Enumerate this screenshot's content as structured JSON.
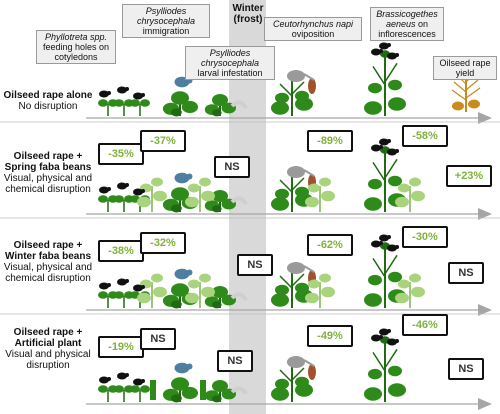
{
  "season_label": "Winter\n(frost)",
  "pests": [
    {
      "id": "phyllotreta",
      "italic": "Phyllotreta spp.",
      "text": "feeding holes on cotyledons"
    },
    {
      "id": "psyl-imm",
      "italic": "Psylliodes chrysocephala",
      "text": "immigration"
    },
    {
      "id": "psyl-larv",
      "italic": "Psylliodes chrysocephala",
      "text": "larval infestation"
    },
    {
      "id": "ceuto",
      "italic": "Ceutorhynchus napi",
      "text": "oviposition"
    },
    {
      "id": "brassi",
      "italic": "Brassicogethes aeneus",
      "text": "on inflorescences"
    },
    {
      "id": "yield",
      "italic": "",
      "text": "Oilseed rape yield"
    }
  ],
  "rows": [
    {
      "title": "Oilseed rape alone",
      "subtitle": "No disruption",
      "values": [
        "",
        "",
        "",
        "",
        "",
        ""
      ]
    },
    {
      "title": "Oilseed rape + Spring faba beans",
      "subtitle": "Visual, physical and chemical disruption",
      "values": [
        "-35%",
        "-37%",
        "NS",
        "-89%",
        "-58%",
        "+23%"
      ]
    },
    {
      "title": "Oilseed rape + Winter faba beans",
      "subtitle": "Visual, physical and chemical disruption",
      "values": [
        "-38%",
        "-32%",
        "NS",
        "-62%",
        "-30%",
        "NS"
      ]
    },
    {
      "title": "Oilseed rape + Artificial plant",
      "subtitle": "Visual and physical disruption",
      "values": [
        "-19%",
        "NS",
        "NS",
        "-49%",
        "-46%",
        "NS"
      ]
    }
  ],
  "colors": {
    "crop_green": "#2e8b1a",
    "dark_green": "#1f6a12",
    "bean_green": "#a9d37c",
    "winter_band": "#d9d9d9",
    "effect_green": "#7fb33c",
    "yield_gold": "#c98a1e",
    "beetle_black": "#111111",
    "flea_beetle_blue": "#4e7ea0",
    "weevil_gray": "#9a9a9a",
    "egg_brown": "#a0522d",
    "arrow_gray": "#a6a6a6"
  }
}
